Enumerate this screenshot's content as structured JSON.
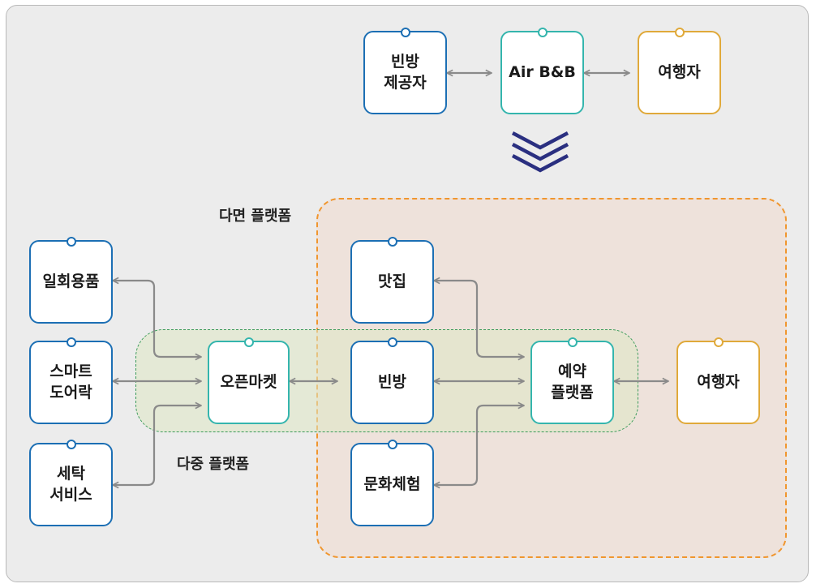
{
  "top_row": {
    "provider": "빈방\n제공자",
    "broker": "Air B&B",
    "traveler": "여행자"
  },
  "zones": {
    "multi_sided": "다면 플랫폼",
    "two_sided": "다중 플랫폼"
  },
  "nodes": {
    "daily_goods": "일회용품",
    "smart_doorlock": "스마트\n도어락",
    "laundry_service": "세탁\n서비스",
    "open_market": "오픈마켓",
    "restaurant": "맛집",
    "empty_room": "빈방",
    "culture_experience": "문화체험",
    "booking_platform": "예약\n플랫폼",
    "traveler": "여행자"
  },
  "colors": {
    "blue_border": "#1c6fb4",
    "teal_border": "#34b5ad",
    "gold_border": "#e0a93a",
    "orange_zone": "#f0962e",
    "green_zone": "#3a9a5a",
    "chevron": "#2a2f80",
    "arrow": "#8a8a8a"
  }
}
